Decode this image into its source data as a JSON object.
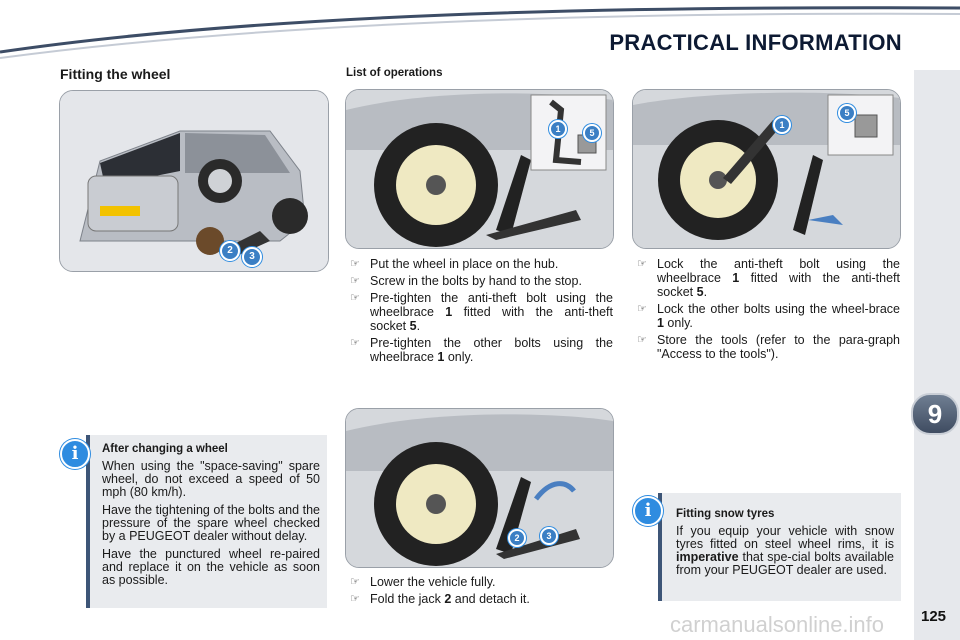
{
  "header": {
    "title": "PRACTICAL INFORMATION"
  },
  "chapter_tab": "9",
  "section_title": "Fitting the wheel",
  "operations_title": "List of operations",
  "callouts": {
    "one": "1",
    "two": "2",
    "three": "3",
    "five": "5"
  },
  "steps_a": [
    {
      "text": "Put the wheel in place on the hub."
    },
    {
      "text": "Screw in the bolts by hand to the stop."
    },
    {
      "pre": "Pre-tighten the anti-theft bolt using the wheelbrace ",
      "num": "1",
      "post": " fitted with the anti-theft socket ",
      "num2": "5",
      "end": "."
    },
    {
      "pre": "Pre-tighten the other bolts using the wheelbrace ",
      "num": "1",
      "post": " only."
    }
  ],
  "steps_b": [
    {
      "pre": "Lock the anti-theft bolt using the wheelbrace ",
      "num": "1",
      "post": " fitted with the anti-theft socket ",
      "num2": "5",
      "end": "."
    },
    {
      "pre": "Lock the other bolts using the wheel-brace ",
      "num": "1",
      "post": " only."
    },
    {
      "text": "Store the tools (refer to the para-graph \"Access to the tools\")."
    }
  ],
  "steps_c": [
    {
      "text": "Lower the vehicle fully."
    },
    {
      "pre": "Fold the jack ",
      "num": "2",
      "post": " and detach it."
    }
  ],
  "info_left": {
    "title": "After changing a wheel",
    "p1": "When using the \"space-saving\" spare wheel, do not exceed a speed of 50 mph (80 km/h).",
    "p2": "Have the tightening of the bolts and the pressure of the spare wheel checked by a PEUGEOT dealer without delay.",
    "p3": "Have the punctured wheel re-paired and replace it on the vehicle as soon as possible."
  },
  "info_right": {
    "title": "Fitting snow tyres",
    "p1_pre": "If you equip your vehicle with snow tyres fitted on steel wheel rims, it is ",
    "p1_bold": "imperative",
    "p1_post": " that spe-cial bolts available from your PEUGEOT dealer are used."
  },
  "info_icon": "i",
  "page_number": "125",
  "watermark": "carmanualsonline.info",
  "colors": {
    "accent": "#3d5577",
    "info_icon": "#2f8ce0",
    "tab": "#4e5c72"
  }
}
